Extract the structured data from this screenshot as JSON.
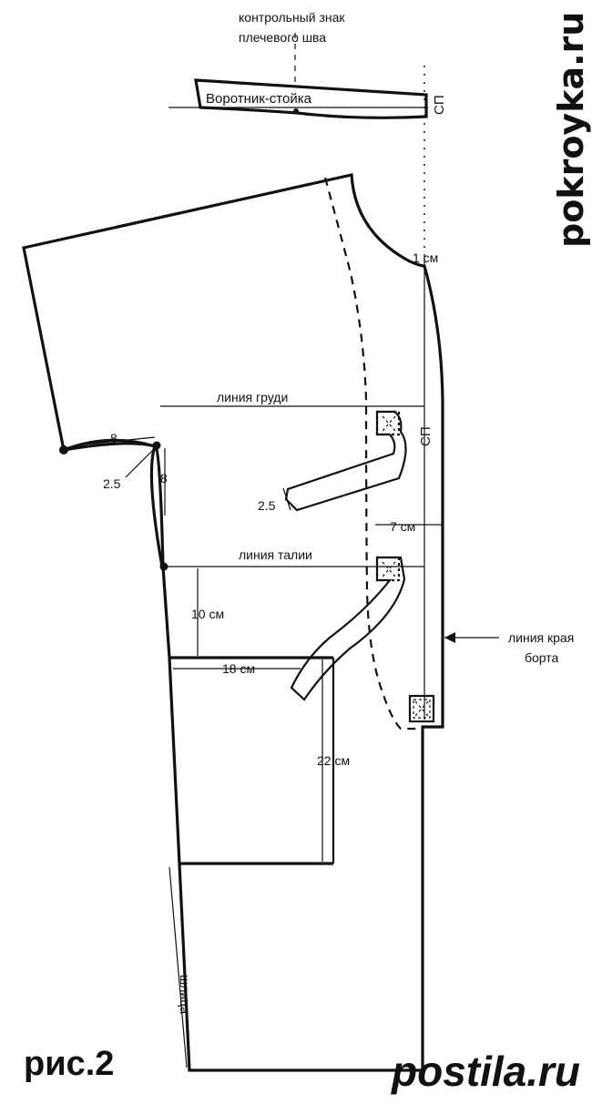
{
  "labels": {
    "control_mark_line1": "контрольный знак",
    "control_mark_line2": "плечевого шва",
    "collar": "Воротник-стойка",
    "sp_top": "СП",
    "sp_mid": "СП",
    "one_cm": "1 см",
    "bust_line": "линия груди",
    "waist_line": "линия талии",
    "edge_line_1": "линия края",
    "edge_line_2": "борта",
    "slit": "шлица",
    "figure": "рис.2"
  },
  "dimensions": {
    "d8_horizontal": "8",
    "d8_vertical": "8",
    "d25_armhole": "2.5",
    "d25_belt": "2.5",
    "d7cm": "7 см",
    "d10cm": "10 см",
    "d18cm": "18 см",
    "d22cm": "22 см"
  },
  "watermarks": {
    "side": "pokroyka.ru",
    "bottom": "postila.ru"
  },
  "colors": {
    "line": "#111111",
    "watermark_side": "#6e6e6e",
    "watermark_bottom": "#d63a3a"
  }
}
